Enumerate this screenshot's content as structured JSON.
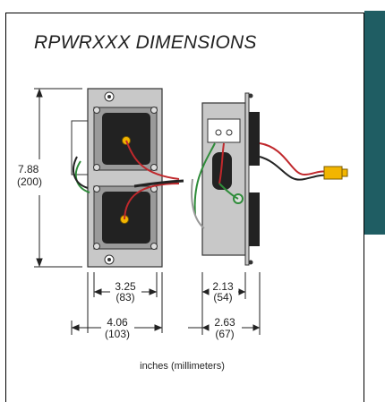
{
  "title": "RPWRXXX DIMENSIONS",
  "units_note": "inches (millimeters)",
  "colors": {
    "side_tab": "#1f5d63",
    "plate": "#c8c8c8",
    "transformer": "#222222",
    "wire_red": "#c0282c",
    "wire_green": "#2f8c3a",
    "connector": "#f2b500"
  },
  "dimensions": {
    "height": {
      "inches": "7.88",
      "mm": "(200)"
    },
    "front_inner_width": {
      "inches": "3.25",
      "mm": "(83)"
    },
    "front_outer_width": {
      "inches": "4.06",
      "mm": "(103)"
    },
    "side_inner_depth": {
      "inches": "2.13",
      "mm": "(54)"
    },
    "side_outer_depth": {
      "inches": "2.63",
      "mm": "(67)"
    }
  }
}
